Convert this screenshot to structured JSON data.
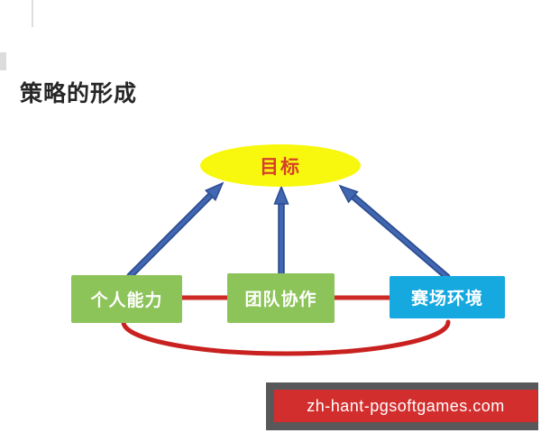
{
  "slide": {
    "title": "策略的形成"
  },
  "diagram": {
    "goal": {
      "label": "目标"
    },
    "nodes": [
      {
        "id": "personal-ability",
        "label": "个人能力",
        "color": "#8dc45a"
      },
      {
        "id": "team-collaboration",
        "label": "团队协作",
        "color": "#8dc45a"
      },
      {
        "id": "arena-environment",
        "label": "赛场环境",
        "color": "#16a9e0"
      }
    ]
  },
  "watermark": {
    "url_text": "zh-hant-pgsoftgames.com"
  },
  "colors": {
    "goal_ellipse_fill": "#f8f80e",
    "goal_text": "#d5402b",
    "green_box_fill": "#8dc45a",
    "cyan_box_fill": "#16a9e0",
    "box_text": "#ffffff",
    "arrow_blue_fill": "#4067b0",
    "arrow_blue_stroke": "#2d4c92",
    "connector_red": "#cd2a26",
    "arc_red": "#c82120",
    "banner_gray": "#58585a",
    "banner_red": "#d32e2e",
    "title_text": "#262626"
  }
}
